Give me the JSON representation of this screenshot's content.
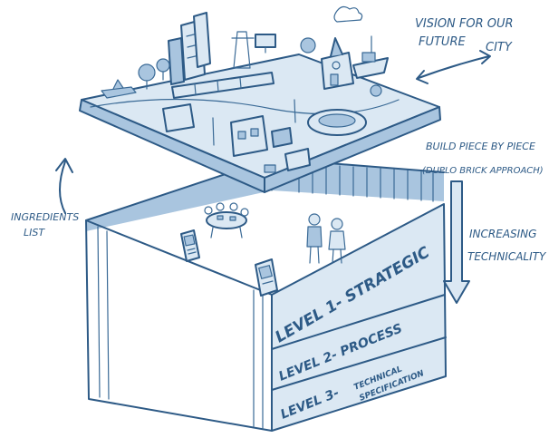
{
  "annotations": {
    "vision_line1": "VISION FOR OUR",
    "vision_line2": "FUTURE",
    "vision_line3": "CITY",
    "build_line1": "BUILD PIECE BY PIECE",
    "build_line2": "(DUPLO BRICK APPROACH)",
    "ingredients_line1": "INGREDIENTS",
    "ingredients_line2": "LIST",
    "technicality_line1": "INCREASING",
    "technicality_line2": "TECHNICALITY"
  },
  "levels": [
    {
      "label": "LEVEL 1- STRATEGIC"
    },
    {
      "label": "LEVEL 2- PROCESS"
    },
    {
      "label_line1": "LEVEL 3-",
      "label_line2": "TECHNICAL",
      "label_line3": "SPECIFICATION"
    }
  ],
  "colors": {
    "ink": "#2d5a86",
    "shade_light": "#dbe8f3",
    "shade_mid": "#a9c5df"
  }
}
